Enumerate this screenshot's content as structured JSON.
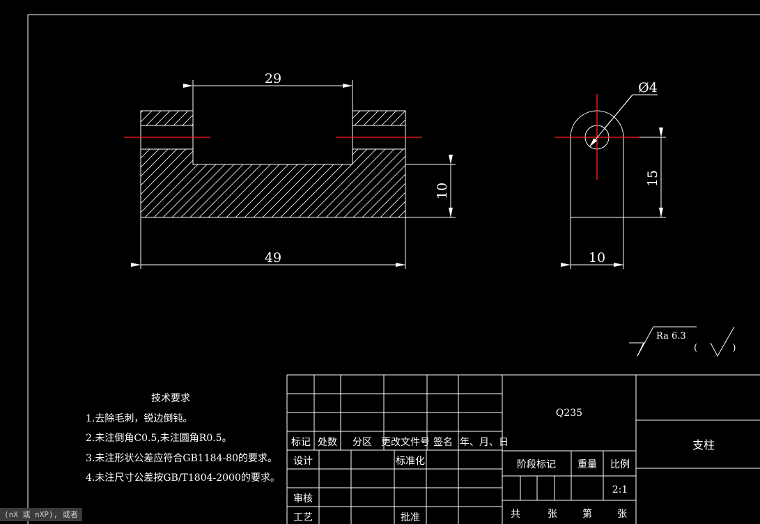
{
  "dimensions": {
    "front_top_width": "29",
    "front_total_width": "49",
    "front_base_height": "10",
    "side_hole_diameter": "Ø4",
    "side_height": "15",
    "side_width": "10"
  },
  "surface_finish": {
    "roughness": "Ra 6.3",
    "rest": "(  )"
  },
  "tech_requirements": {
    "title": "技术要求",
    "items": [
      "1.去除毛刺，锐边倒钝。",
      "2.未注倒角C0.5,未注圆角R0.5。",
      "3.未注形状公差应符合GB1184-80的要求。",
      "4.未注尺寸公差按GB/T1804-2000的要求。"
    ]
  },
  "title_block": {
    "header": [
      "标记",
      "处数",
      "分区",
      "更改文件号",
      "签名",
      "年、月、日"
    ],
    "design": "设计",
    "standardize": "标准化",
    "review": "审核",
    "process": "工艺",
    "approve": "批准",
    "material": "Q235",
    "part_name": "支柱",
    "stage_mark": "阶段标记",
    "weight": "重量",
    "scale_label": "比例",
    "scale_value": "2:1",
    "total": "共",
    "sheets": "张",
    "number": "第",
    "sheet": "张"
  },
  "command_line": "(nX 或 nXP), 或者",
  "colors": {
    "background": "#000000",
    "lines": "#ffffff",
    "centerlines": "#ff0000"
  }
}
